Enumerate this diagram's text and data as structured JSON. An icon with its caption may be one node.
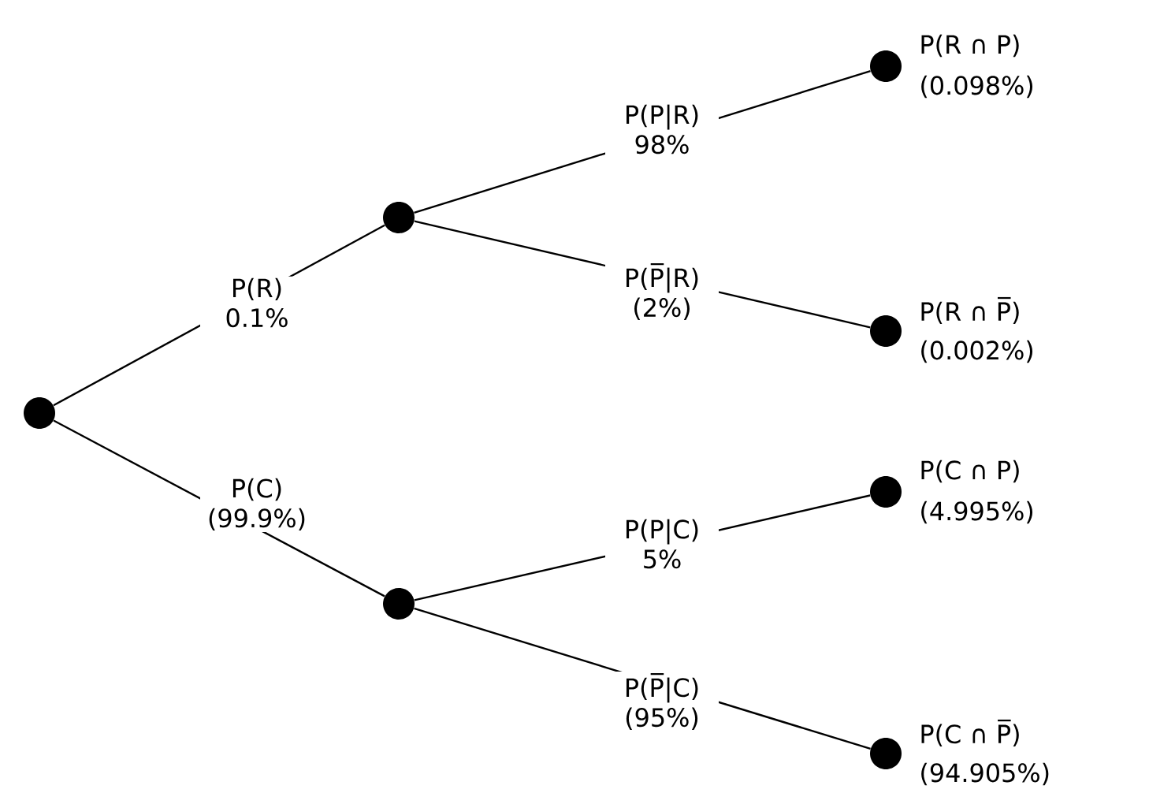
{
  "diagram": {
    "nodes": [
      {
        "text": [],
        "shape": "circle"
      },
      {
        "text": [],
        "shape": "circle"
      },
      {
        "text": [],
        "shape": "circle"
      },
      {
        "text": [],
        "shape": "circle",
        "beside": [
          "P(R ∩ P)",
          "(0.098%)"
        ]
      },
      {
        "text": [],
        "shape": "circle",
        "beside": [
          "P(R ∩ P̅)",
          "(0.002%)"
        ]
      },
      {
        "text": [],
        "shape": "circle",
        "beside": [
          "P(C ∩ P)",
          "(4.995%)"
        ]
      },
      {
        "text": [],
        "shape": "circle",
        "beside": [
          "P(C ∩ P̅)",
          "(94.905%)"
        ]
      }
    ],
    "edges": [
      {
        "from": 0,
        "to": 1,
        "arrow": "none",
        "label": "P(R) 0.1%"
      },
      {
        "from": 0,
        "to": 2,
        "arrow": "none",
        "label": "P(C) (99.9%)"
      },
      {
        "from": 1,
        "to": 3,
        "arrow": "none",
        "label": "P(P|R) 98%"
      },
      {
        "from": 1,
        "to": 4,
        "arrow": "none",
        "label": "P(P̅|R) (2%)"
      },
      {
        "from": 2,
        "to": 5,
        "arrow": "none",
        "label": "P(P|C) 5%"
      },
      {
        "from": 2,
        "to": 6,
        "arrow": "none",
        "label": "P(P̅|C) (95%)"
      }
    ]
  }
}
